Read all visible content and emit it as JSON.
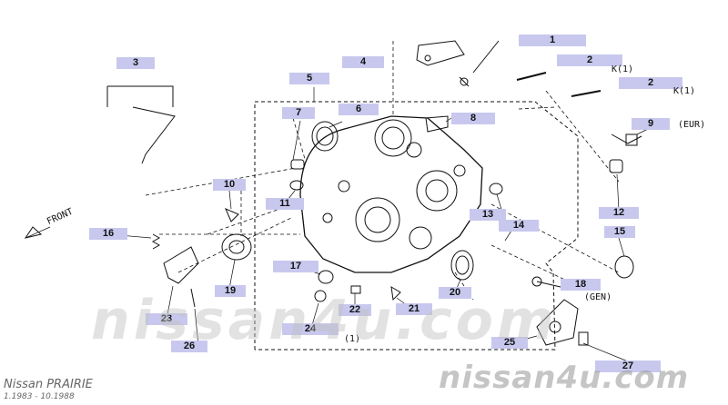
{
  "callouts": [
    "1",
    "2",
    "2",
    "3",
    "4",
    "5",
    "6",
    "7",
    "8",
    "9",
    "10",
    "11",
    "12",
    "13",
    "14",
    "15",
    "16",
    "17",
    "18",
    "19",
    "20",
    "21",
    "22",
    "23",
    "24",
    "25",
    "26",
    "27"
  ],
  "notes": {
    "k1a": "K(1)",
    "k1b": "K(1)",
    "eur": "(EUR)",
    "gen": "(GEN)",
    "qty1": "(1)",
    "front": "FRONT"
  },
  "watermark": {
    "center": "nissan4u.com",
    "footer": "nissan4u.com"
  },
  "model": {
    "name": "Nissan PRAIRIE",
    "years": "1.1983 - 10.1988"
  },
  "colors": {
    "callout_bg": "#c8c8ee",
    "line": "#111111",
    "watermark": "#bebebe"
  }
}
